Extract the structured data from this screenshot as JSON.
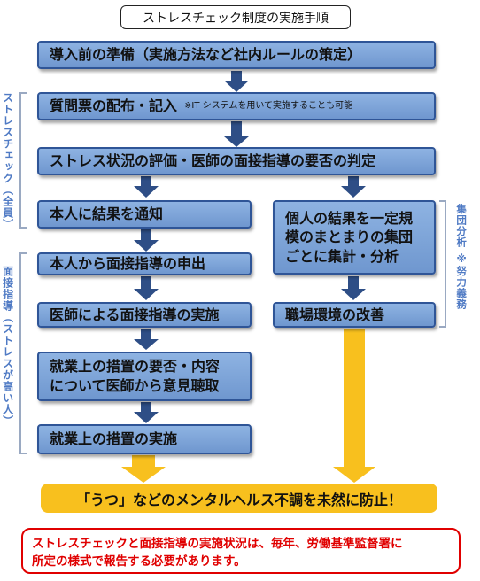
{
  "title": "ストレスチェック制度の実施手順",
  "steps": {
    "prep": "導入前の準備（実施方法など社内ルールの策定）",
    "questionnaire": "質問票の配布・記入",
    "questionnaire_note": "※IT システムを用いて実施することも可能",
    "evaluation": "ストレス状況の評価・医師の面接指導の要否の判定",
    "notify": "本人に結果を通知",
    "request": "本人から面接指導の申出",
    "interview": "医師による面接指導の実施",
    "opinion_line1": "就業上の措置の要否・内容",
    "opinion_line2": "について医師から意見聴取",
    "measures": "就業上の措置の実施",
    "group_line1": "個人の結果を一定規",
    "group_line2": "模のまとまりの集団",
    "group_line3": "ごとに集計・分析",
    "improve": "職場環境の改善"
  },
  "side_labels": {
    "stress_check": "ストレスチェック（全員）",
    "interview": "面接指導（ストレスが高い人）",
    "group": "集団分析 ※努力義務"
  },
  "outcome": "「うつ」などのメンタルヘルス不調を未然に防止！",
  "notice_line1": "ストレスチェックと面接指導の実施状況は、毎年、労働基準監督署に",
  "notice_line2": "所定の様式で報告する必要があります。",
  "colors": {
    "box_fill": "#7aa3d8",
    "box_border": "#2f5597",
    "arrow_blue": "#2e4e86",
    "arrow_yellow": "#f8c01e",
    "side_label": "#4f7ac4",
    "notice_red": "#e00000"
  }
}
